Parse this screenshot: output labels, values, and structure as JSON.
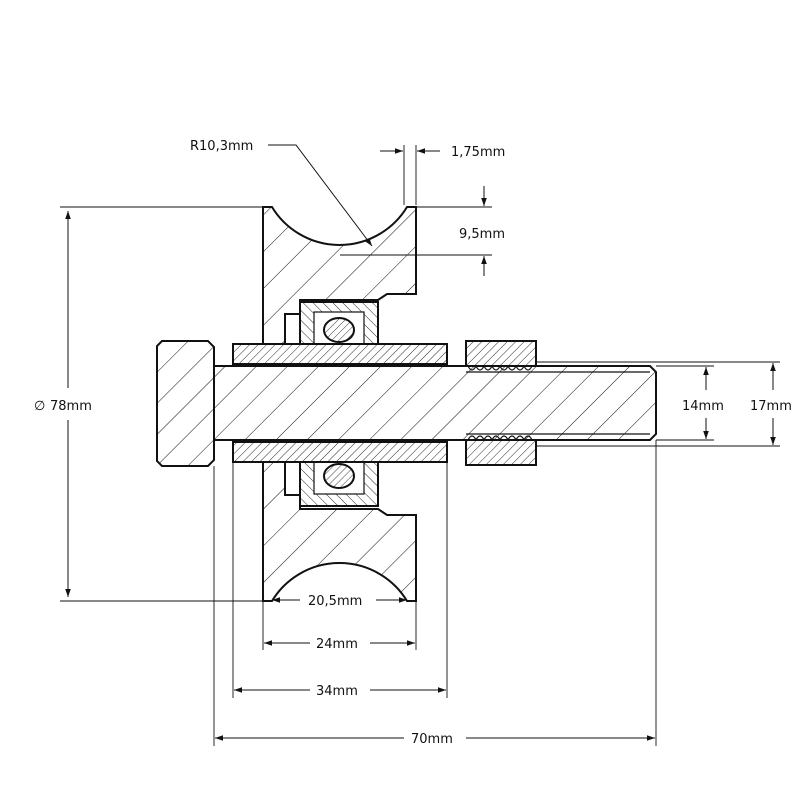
{
  "labels": {
    "radius": "R10,3mm",
    "flange_width": "1,75mm",
    "groove_depth": "9,5mm",
    "outer_diameter": "78mm",
    "diameter_symbol": "∅",
    "groove_width": "20,5mm",
    "wheel_width": "24mm",
    "hub_width": "34mm",
    "total_length": "70mm",
    "thread_diameter": "14mm",
    "shaft_diameter": "17mm"
  },
  "colors": {
    "line": "#111111",
    "background": "#ffffff"
  }
}
